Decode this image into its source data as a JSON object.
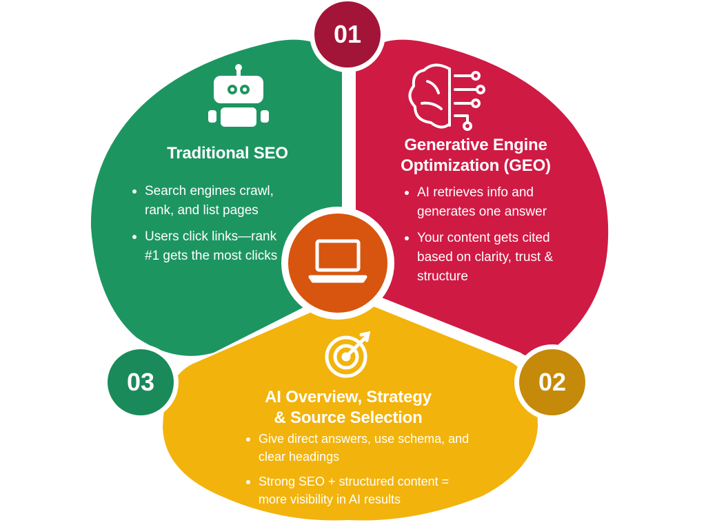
{
  "colors": {
    "green": "#1d9561",
    "red": "#cf1a44",
    "yellow": "#f2b30c",
    "center_orange": "#d8550f",
    "badge_01": "#a31538",
    "badge_02": "#c58a0a",
    "badge_03": "#1a8a5a"
  },
  "segments": {
    "traditional_seo": {
      "icon": "robot-icon",
      "title": "Traditional SEO",
      "bullets": [
        "Search engines crawl, rank, and list pages",
        "Users click links—rank #1 gets the most clicks"
      ]
    },
    "geo": {
      "icon": "brain-circuit-icon",
      "title_line1": "Generative Engine",
      "title_line2": "Optimization (GEO)",
      "bullets": [
        "AI retrieves info and generates one answer",
        "Your content gets cited based on clarity, trust & structure"
      ]
    },
    "ai_overview": {
      "icon": "target-arrow-icon",
      "title_line1": "AI Overview, Strategy",
      "title_line2": "& Source Selection",
      "bullets": [
        "Give direct answers, use schema, and clear headings",
        "Strong SEO + structured content = more visibility in AI results"
      ]
    }
  },
  "center": {
    "icon": "laptop-icon"
  },
  "badges": {
    "first": "01",
    "second": "02",
    "third": "03"
  }
}
